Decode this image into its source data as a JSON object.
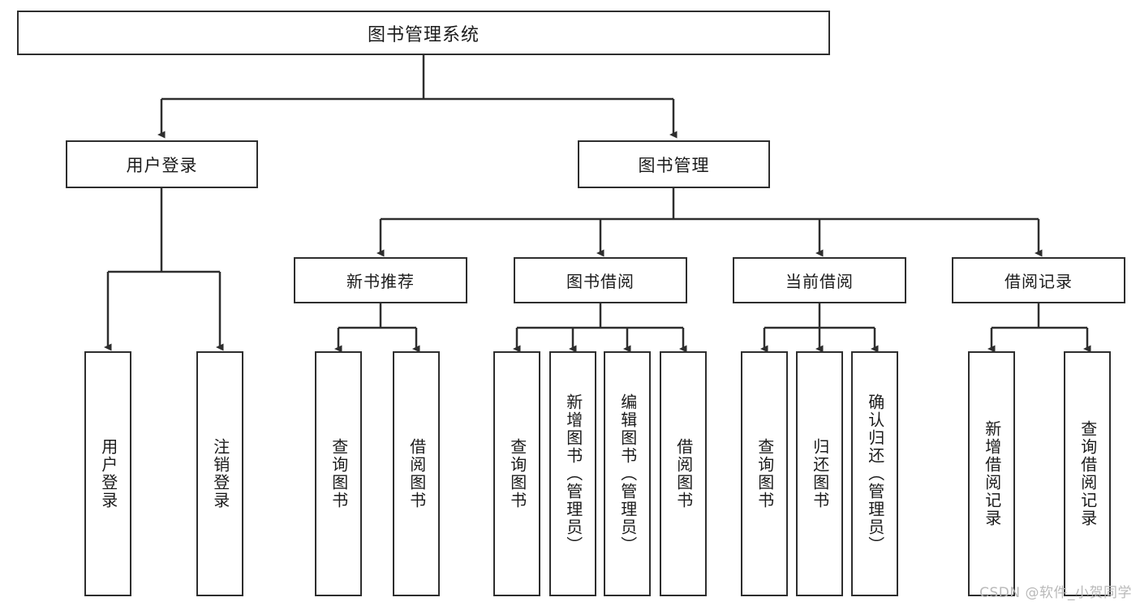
{
  "diagram": {
    "title": "图书管理系统",
    "type": "tree",
    "watermark": "CSDN @软件_小贺同学",
    "colors": {
      "background": "#ffffff",
      "border": "#2e2e2e",
      "text": "#1b1b1b",
      "connector": "#2e2e2e",
      "watermark": "#b9b9b9"
    },
    "root": {
      "label": "图书管理系统"
    },
    "level2": [
      {
        "label": "用户登录"
      },
      {
        "label": "图书管理"
      }
    ],
    "level3": [
      {
        "label": "新书推荐"
      },
      {
        "label": "图书借阅"
      },
      {
        "label": "当前借阅"
      },
      {
        "label": "借阅记录"
      }
    ],
    "leaves": {
      "user_login": [
        {
          "label": "用户登录"
        },
        {
          "label": "注销登录"
        }
      ],
      "new_book_recommend": [
        {
          "label": "查询图书"
        },
        {
          "label": "借阅图书"
        }
      ],
      "book_borrow": [
        {
          "label": "查询图书"
        },
        {
          "label": "新增图书（管理员）"
        },
        {
          "label": "编辑图书（管理员）"
        },
        {
          "label": "借阅图书"
        }
      ],
      "current_borrow": [
        {
          "label": "查询图书"
        },
        {
          "label": "归还图书"
        },
        {
          "label": "确认归还（管理员）"
        }
      ],
      "borrow_record": [
        {
          "label": "新增借阅记录"
        },
        {
          "label": "查询借阅记录"
        }
      ]
    }
  }
}
